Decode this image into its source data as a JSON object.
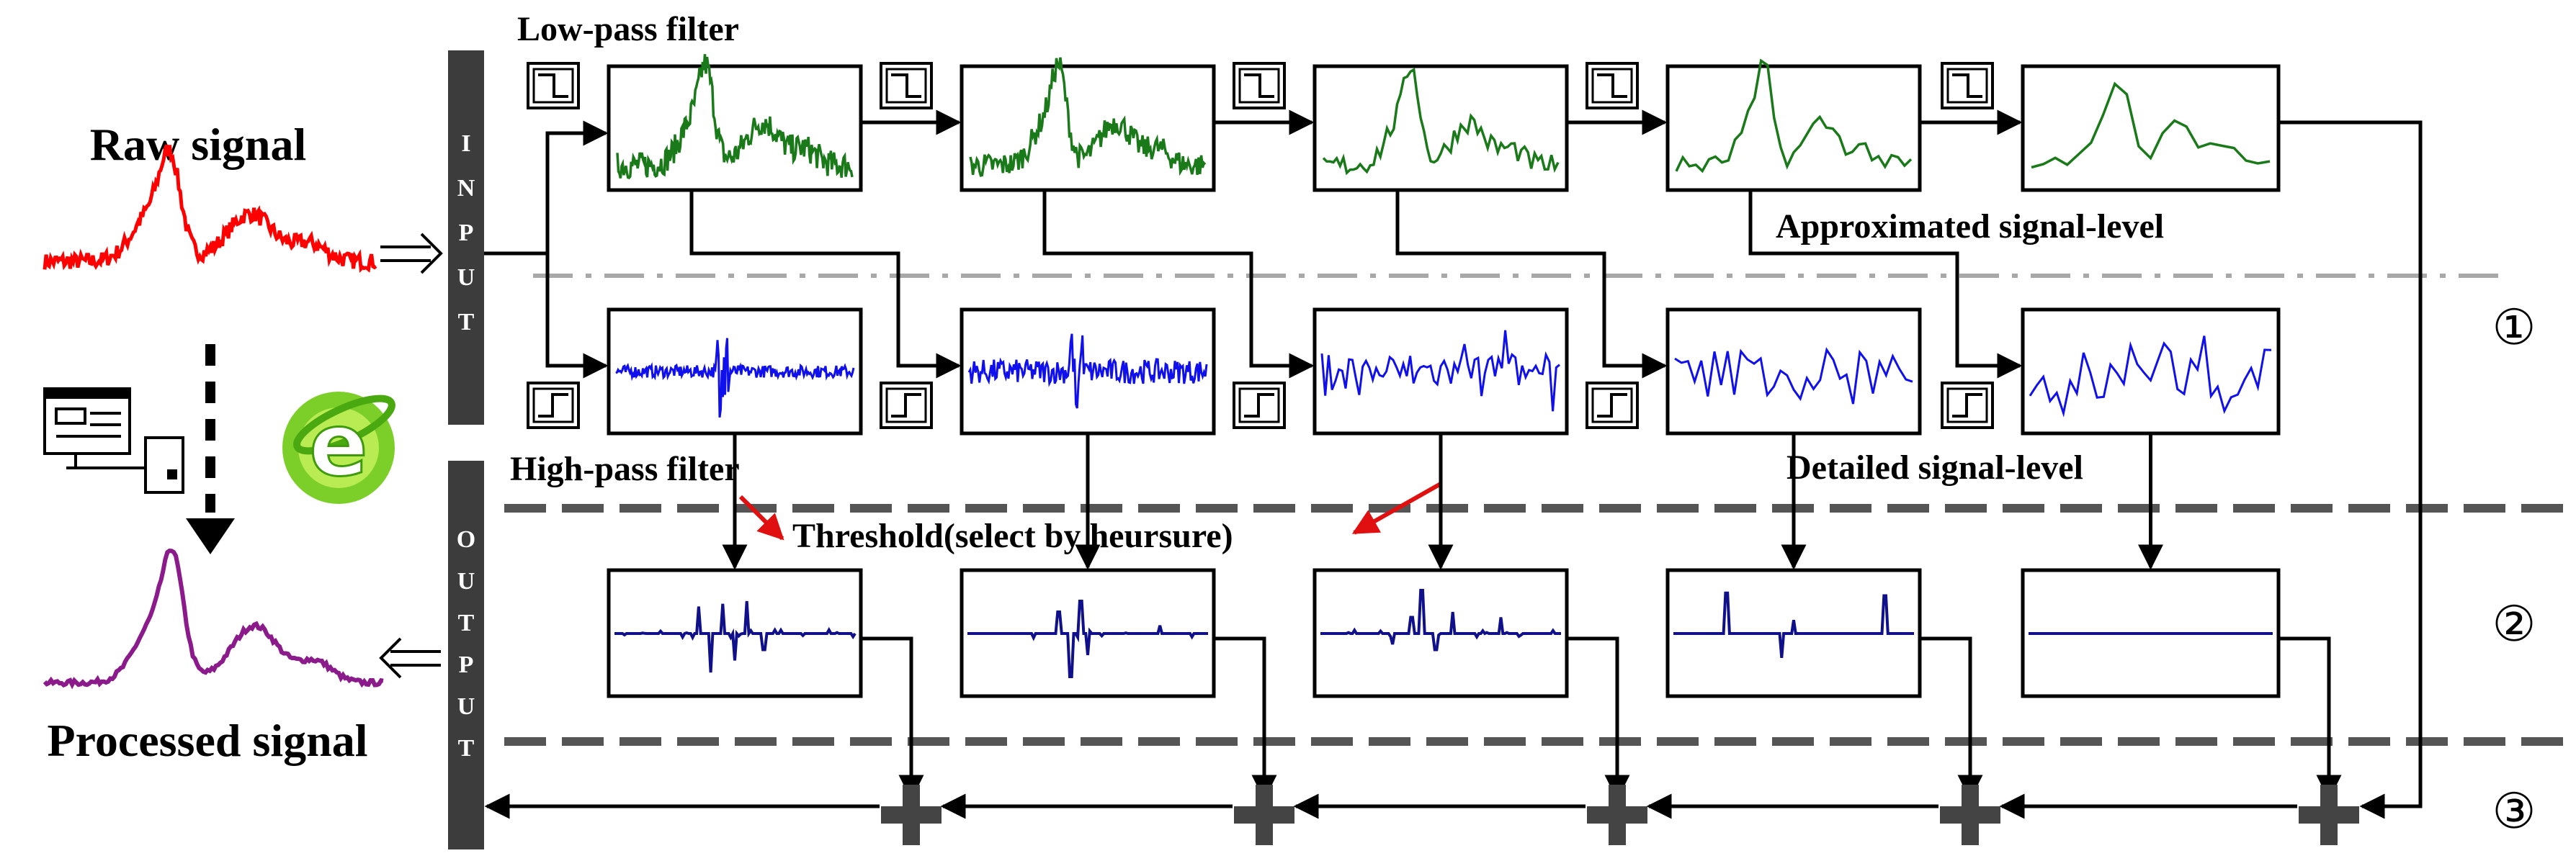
{
  "labels": {
    "raw_signal": "Raw signal",
    "processed_signal": "Processed  signal",
    "low_pass": "Low-pass filter",
    "high_pass": "High-pass filter",
    "approx_level": "Approximated signal-level",
    "detail_level": "Detailed signal-level",
    "threshold": "Threshold(select by heursure)",
    "input_bar": "INPUT",
    "output_bar": "OUTPUT",
    "stage_1": "①",
    "stage_2": "②",
    "stage_3": "③"
  },
  "colors": {
    "raw": "#ff0000",
    "approx": "#1a7a1a",
    "detail": "#1010ee",
    "thresholded": "#10108a",
    "processed": "#8b1a8b",
    "arrow_red": "#e01010",
    "bar": "#3c3c3c"
  },
  "icons": {
    "low_pass_filter": "low-pass-filter-icon",
    "high_pass_filter": "high-pass-filter-icon",
    "computer": "computer-icon",
    "browser": "browser-e-icon",
    "sum": "sum-plus-icon"
  }
}
